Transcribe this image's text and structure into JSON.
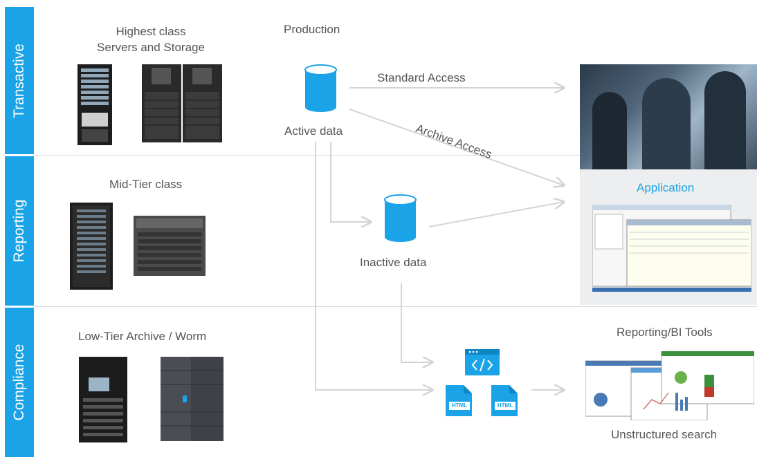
{
  "tiers": [
    {
      "label": "Transactive"
    },
    {
      "label": "Reporting"
    },
    {
      "label": "Compliance"
    }
  ],
  "hardware": {
    "high": "Highest class\nServers and Storage",
    "mid": "Mid-Tier class",
    "low": "Low-Tier Archive / Worm"
  },
  "data_nodes": {
    "production": "Production",
    "active": "Active data",
    "inactive": "Inactive data"
  },
  "access": {
    "standard": "Standard Access",
    "archive": "Archive Access"
  },
  "outputs": {
    "application": "Application",
    "reporting": "Reporting/BI Tools",
    "unstructured": "Unstructured search"
  },
  "file_icons": [
    "HTML",
    "HTML"
  ],
  "colors": {
    "accent": "#1aa3e6",
    "arrow": "#d4d4d4",
    "text": "#555555"
  }
}
